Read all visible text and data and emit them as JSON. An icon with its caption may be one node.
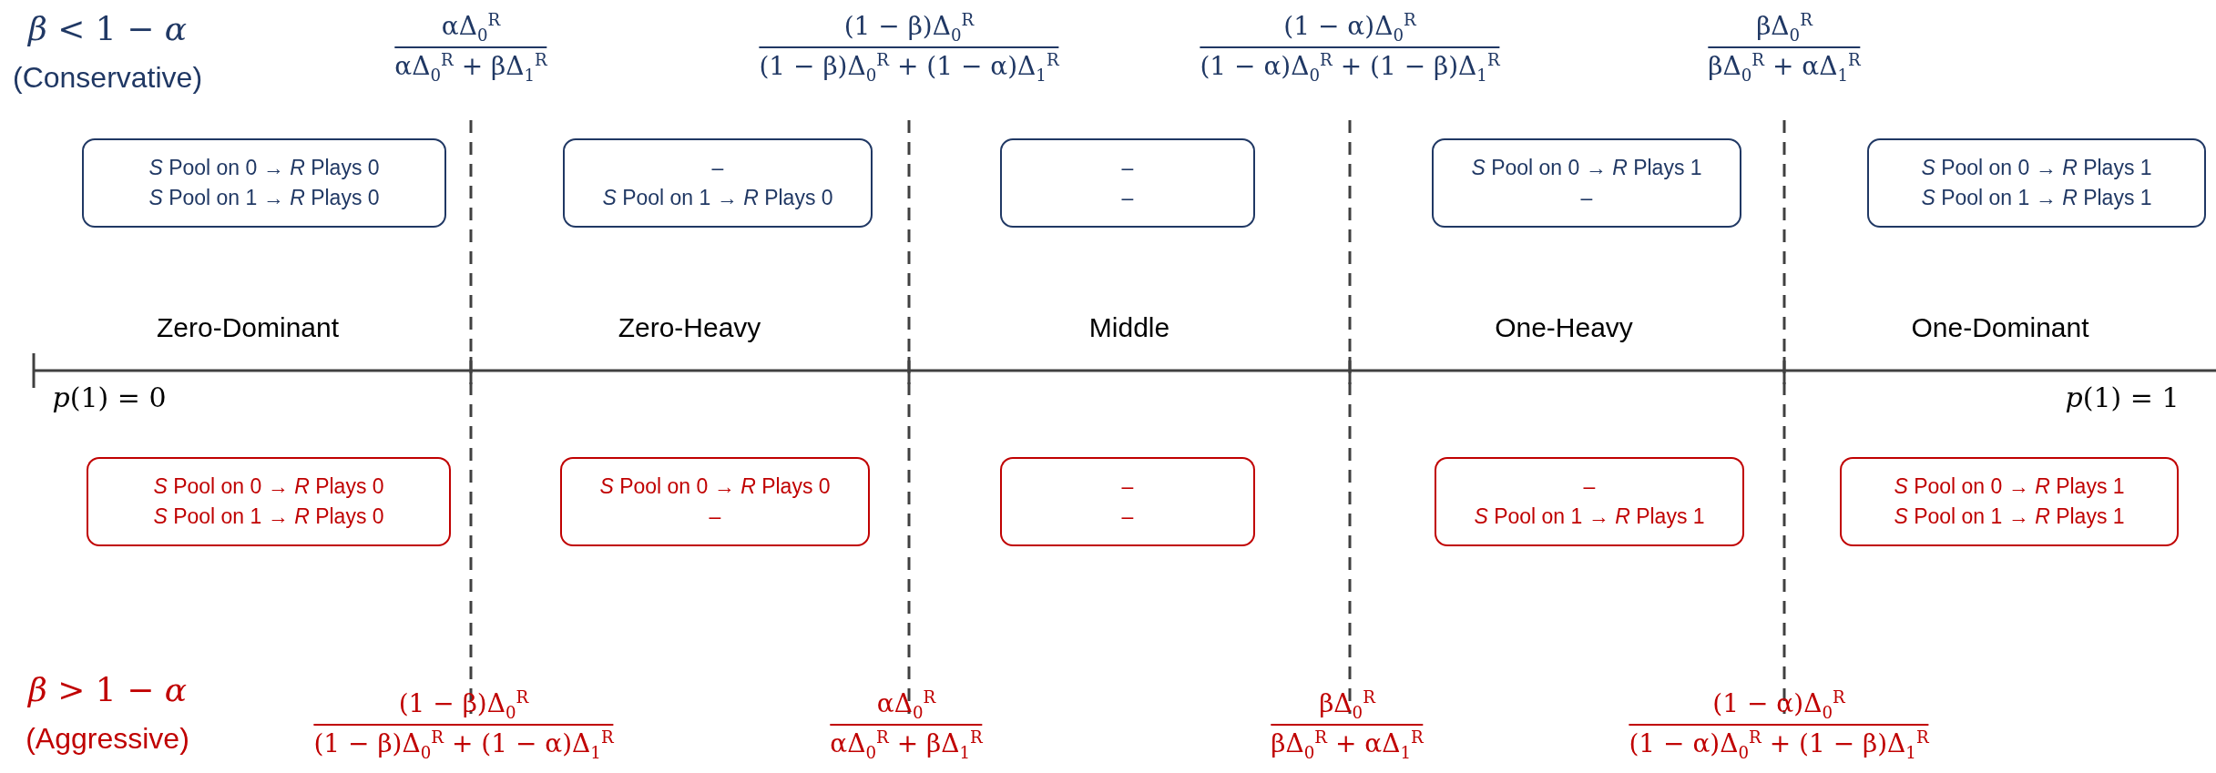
{
  "diagram": {
    "nodes": [
      {
        "text": [
          "*S* Pool on 0 → *R* Plays 0",
          "*S* Pool on 1 → *R* Plays 0"
        ]
      },
      {
        "text": [
          "–",
          "*S* Pool on 1 → *R* Plays 0"
        ]
      },
      {
        "text": [
          "–",
          "–"
        ]
      },
      {
        "text": [
          "*S* Pool on 0 → *R* Plays 1",
          "–"
        ]
      },
      {
        "text": [
          "*S* Pool on 0 → *R* Plays 1",
          "*S* Pool on 1 → *R* Plays 1"
        ]
      },
      {
        "text": [
          "*S* Pool on 0 → *R* Plays 0",
          "*S* Pool on 1 → *R* Plays 0"
        ]
      },
      {
        "text": [
          "*S* Pool on 0 → *R* Plays 0",
          "–"
        ]
      },
      {
        "text": [
          "–",
          "–"
        ]
      },
      {
        "text": [
          "–",
          "*S* Pool on 1 → *R* Plays 1"
        ]
      },
      {
        "text": [
          "*S* Pool on 0 → *R* Plays 1",
          "*S* Pool on 1 → *R* Plays 1"
        ]
      }
    ],
    "labels": [
      "*β* < 1 − *α*",
      "(Conservative)",
      "αΔ$_{0}$$^{R}$",
      "αΔ$_{0}$$^{R}$ + βΔ$_{1}$$^{R}$",
      "(1 − β)Δ$_{0}$$^{R}$",
      "(1 − β)Δ$_{0}$$^{R}$ + (1 − α)Δ$_{1}$$^{R}$",
      "(1 − α)Δ$_{0}$$^{R}$",
      "(1 − α)Δ$_{0}$$^{R}$ + (1 − β)Δ$_{1}$$^{R}$",
      "βΔ$_{0}$$^{R}$",
      "βΔ$_{0}$$^{R}$ + αΔ$_{1}$$^{R}$",
      "Zero-Dominant",
      "Zero-Heavy",
      "Middle",
      "One-Heavy",
      "One-Dominant",
      "*p*(1) = 0",
      "*p*(1) = 1",
      "*β* > 1 − *α*",
      "(Aggressive)",
      "(1 − β)Δ$_{0}$$^{R}$",
      "(1 − β)Δ$_{0}$$^{R}$ + (1 − α)Δ$_{1}$$^{R}$",
      "αΔ$_{0}$$^{R}$",
      "αΔ$_{0}$$^{R}$ + βΔ$_{1}$$^{R}$",
      "βΔ$_{0}$$^{R}$",
      "βΔ$_{0}$$^{R}$ + αΔ$_{1}$$^{R}$",
      "(1 − α)Δ$_{0}$$^{R}$",
      "(1 − α)Δ$_{0}$$^{R}$ + (1 − β)Δ$_{1}$$^{R}$"
    ]
  }
}
